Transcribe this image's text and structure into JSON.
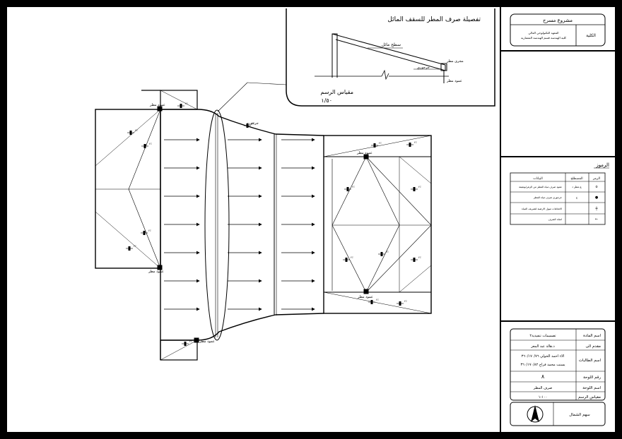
{
  "detail": {
    "title": "تفصيلة صرف المطر للسقف المائل",
    "labels": {
      "sloped_roof": "سطح مائل",
      "rain_gutter": "مجرى مطر",
      "gargoyle": "جرجوري",
      "rain_pipe": "عمود مطر"
    },
    "scale_label": "مقياس الرسم",
    "scale_value": "١/٥٠"
  },
  "plan": {
    "rain_pipe_label": "عمود مطر",
    "gargoyle_label": "جرجوري",
    "slope_label": "٢٪"
  },
  "title_block": {
    "project": "مشروع مسرح",
    "faculty_label": "الكلية",
    "institute_line1": "المعهد التكنولوجي العالي",
    "institute_line2": "كلية الهندسة قسم الهندسة المعمارية"
  },
  "legend": {
    "title": "الرموز",
    "headers": {
      "symbol": "الرمز",
      "term": "المصطلح",
      "description": "البيانات"
    },
    "rows": [
      {
        "symbol": "o",
        "term": "ع.مطر د",
        "description": "عمود صرف مياه المطر من الزهر/بوهيمة"
      },
      {
        "symbol": "●",
        "term": "ج",
        "description": "جرجوري صرف مياه المطر"
      },
      {
        "symbol": "╪",
        "term": "",
        "description": "الاتجاهات ميول الارضية لتصريف المياه"
      },
      {
        "symbol": "←",
        "term": "",
        "description": "اتجاه الصرف"
      }
    ]
  },
  "info": {
    "rows": [
      {
        "label": "اسم المادة",
        "value": "تصميمات تنفيذية٢"
      },
      {
        "label": "مقدم الى",
        "value": "د.هالة عبد المعز"
      },
      {
        "label": "اسم الطالبات",
        "value": "الاء احمد الخولي     ٣٦٠/١٧٠/٧٦\nيسنت محمد فراج     ٣٦٠/١٧٠/٨٢"
      },
      {
        "label": "رقم اللوحة",
        "value": "٨"
      },
      {
        "label": "اسم اللوحة",
        "value": "صرف المطر"
      },
      {
        "label": "مقياس الرسم",
        "value": "١٠٠-١"
      }
    ],
    "north_label": "سهم الشمال"
  },
  "colors": {
    "sheet": "#ffffff",
    "frame": "#000000",
    "line": "#000000"
  }
}
